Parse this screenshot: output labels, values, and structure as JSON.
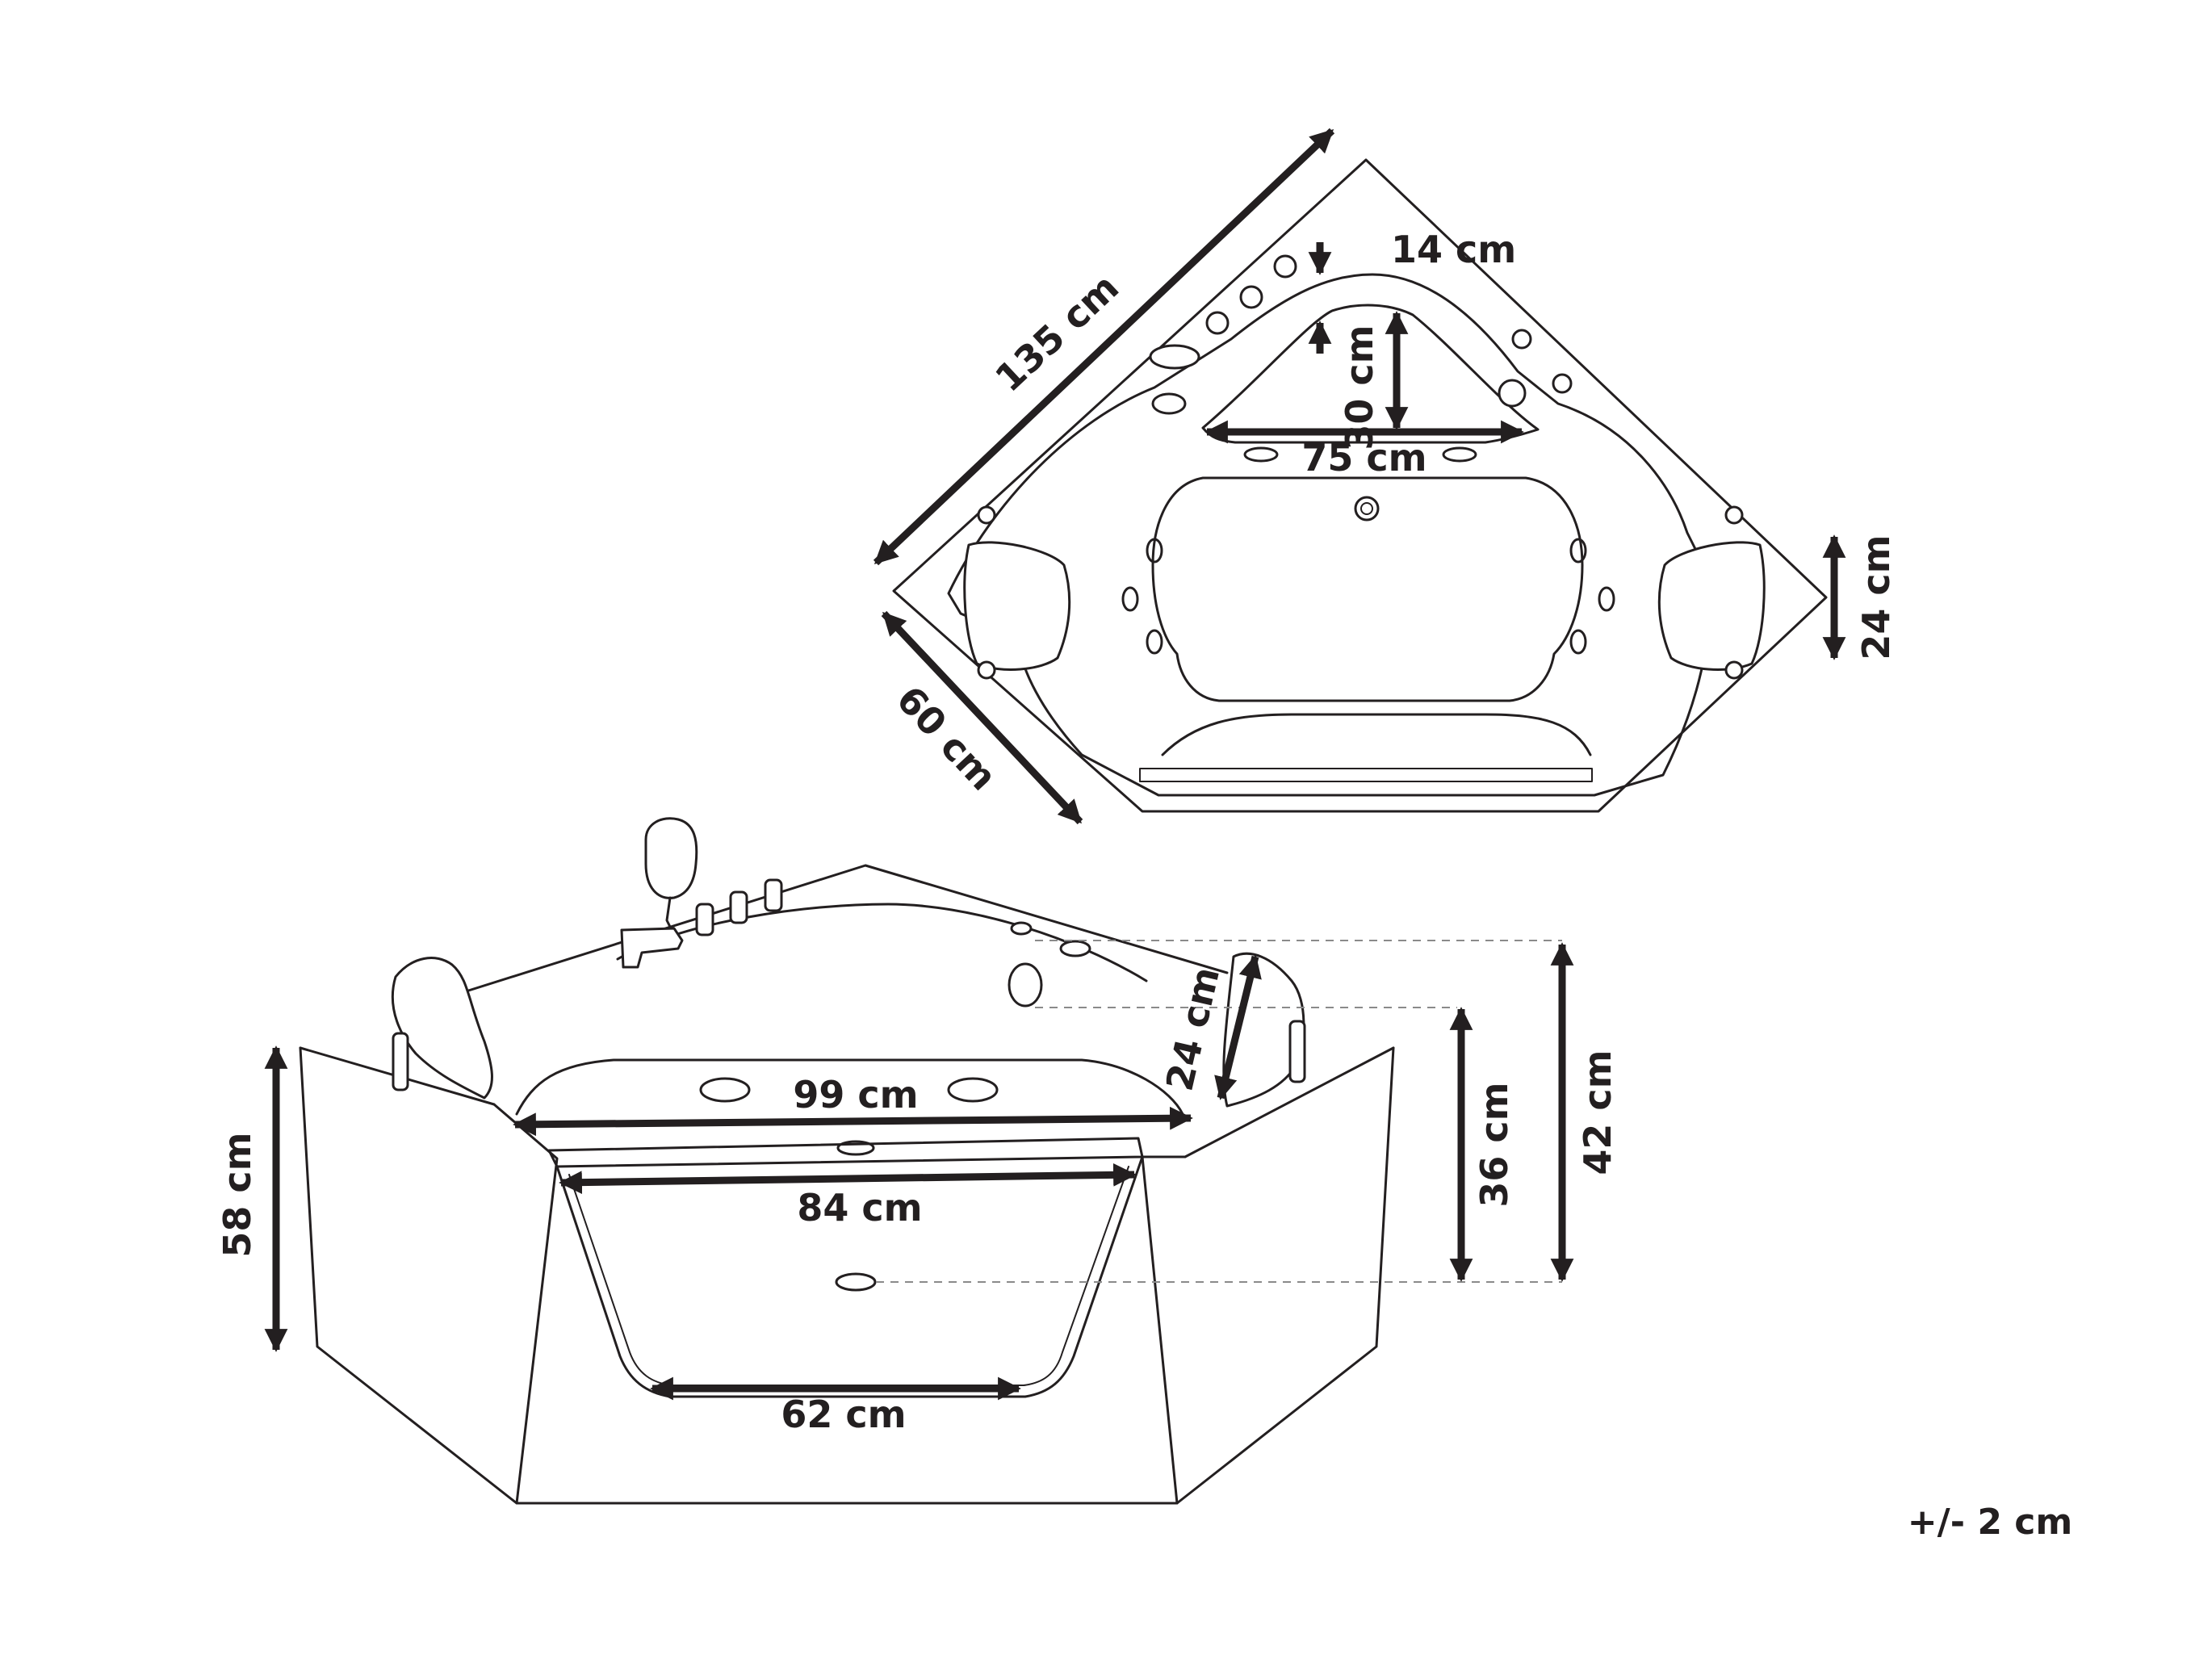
{
  "dimensions": {
    "top_long_diagonal": "135 cm",
    "top_rim_width": "14 cm",
    "top_basin_depth": "30 cm",
    "top_basin_width": "75 cm",
    "top_side_height": "24 cm",
    "top_short_diagonal": "60 cm",
    "front_headrest": "24 cm",
    "front_inner_width": "99 cm",
    "front_window_top": "84 cm",
    "front_window_bottom": "62 cm",
    "front_height": "58 cm",
    "front_water_depth": "36 cm",
    "front_total_depth": "42 cm"
  },
  "tolerance": "+/- 2 cm"
}
